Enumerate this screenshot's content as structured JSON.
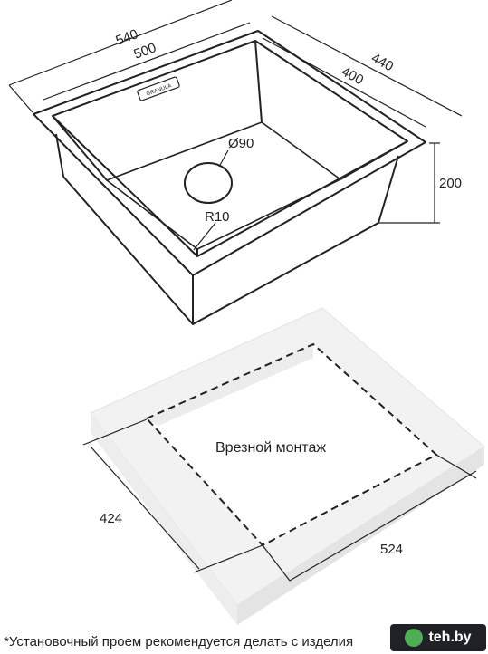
{
  "top_view": {
    "dim_outer_width": "540",
    "dim_inner_width": "500",
    "dim_outer_depth": "440",
    "dim_inner_depth": "400",
    "dim_height": "200",
    "drain_diameter": "Ø90",
    "corner_radius": "R10",
    "brand_plate": "GRANULA"
  },
  "cutout_view": {
    "title": "Врезной монтаж",
    "dim_depth": "424",
    "dim_width": "524"
  },
  "footnote": "*Установочный проем рекомендуется делать с изделия",
  "watermark": {
    "text": "teh.by",
    "accent": "#4caf50"
  },
  "colors": {
    "line": "#222222",
    "panel": "#f2f2f2",
    "panel_edge": "#e6e6e6"
  }
}
